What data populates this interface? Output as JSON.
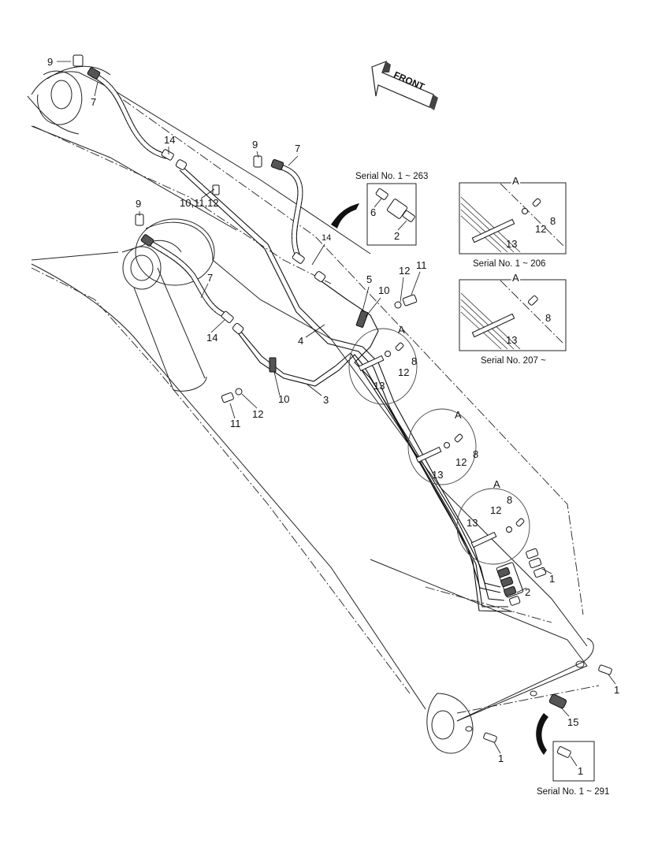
{
  "direction_label": "FRONT",
  "callouts": {
    "c9_top": "9",
    "c7_top": "7",
    "c14_top": "14",
    "c10_11_12": "10,11,12",
    "c9_mid": "9",
    "c7_mid": "7",
    "c14_mid": "14",
    "c9_left": "9",
    "c7_left": "7",
    "c14_left": "14",
    "c5": "5",
    "c10_a": "10",
    "c12_a": "12",
    "c11_a": "11",
    "c4": "4",
    "c8_a": "8",
    "c12_b": "12",
    "c13_a": "13",
    "c3": "3",
    "c11_b": "11",
    "c12_c": "12",
    "c10_b": "10",
    "cA_1": "A",
    "cA_2": "A",
    "cA_3": "A",
    "c12_d": "12",
    "c8_b": "8",
    "c13_b": "13",
    "c8_c": "8",
    "c12_e": "12",
    "c13_c": "13",
    "c1_a": "1",
    "c2_a": "2",
    "c1_b": "1",
    "c15": "15",
    "c1_c": "1"
  },
  "inset_serial_263": {
    "title": "Serial No. 1 ~ 263",
    "c6": "6",
    "c2": "2"
  },
  "inset_serial_206": {
    "letter": "A",
    "title": "Serial No. 1 ~ 206",
    "c8": "8",
    "c12": "12",
    "c13": "13"
  },
  "inset_serial_207": {
    "letter": "A",
    "title": "Serial No. 207 ~",
    "c8": "8",
    "c13": "13"
  },
  "inset_serial_291": {
    "title": "Serial No. 1 ~ 291",
    "c1": "1"
  }
}
